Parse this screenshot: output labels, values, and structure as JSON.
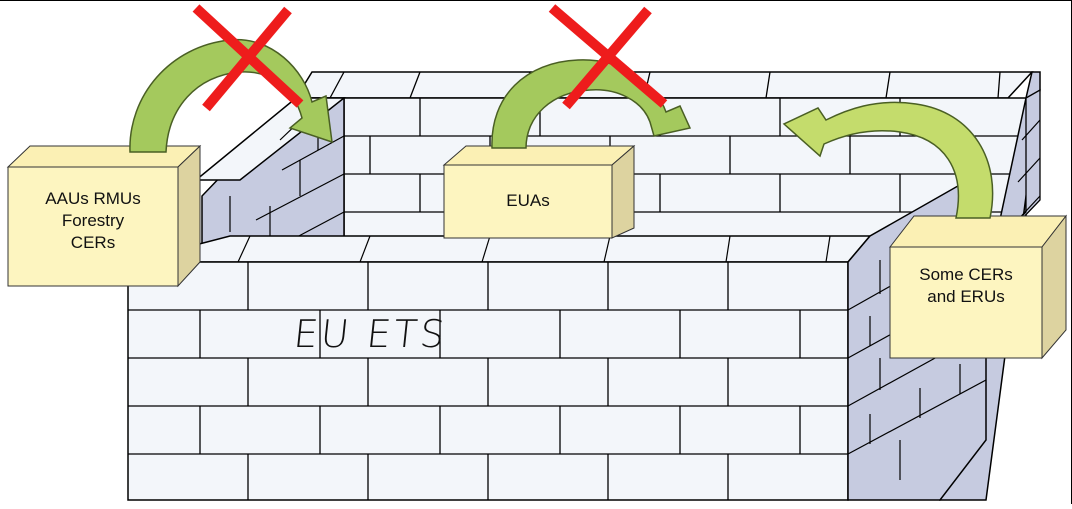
{
  "diagram": {
    "wall_label": "EU ETS",
    "boxes": {
      "outside_left": "AAUs RMUs\nForestry\nCERs",
      "inside": "EUAs",
      "outside_right": "Some CERs\nand ERUs"
    },
    "transfers": [
      {
        "from": "outside_left",
        "to": "inside",
        "allowed": false
      },
      {
        "from": "inside",
        "to": "outside",
        "allowed": false
      },
      {
        "from": "outside_right",
        "to": "inside",
        "allowed": true
      }
    ]
  },
  "colors": {
    "brick_front": "#f3f6fa",
    "brick_side": "#c6cbe0",
    "mortar": "#000000",
    "box_face": "#fdf5c0",
    "box_top": "#fbf0b4",
    "box_side": "#ddd3a0",
    "arrow_fill": "#a4c95d",
    "arrow_stroke": "#4a5f24",
    "cross": "#ee1c1c"
  }
}
